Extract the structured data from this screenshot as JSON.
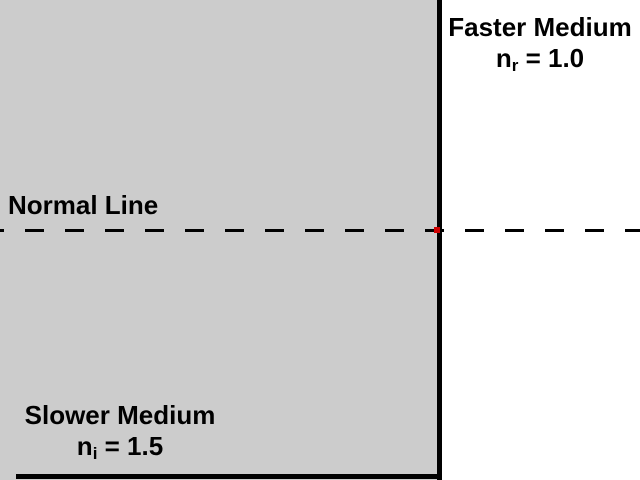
{
  "diagram": {
    "faster_medium": {
      "name": "Faster Medium",
      "index": {
        "base": "n",
        "sub": "r",
        "eq": " = 1.0"
      }
    },
    "slower_medium": {
      "name": "Slower Medium",
      "index": {
        "base": "n",
        "sub": "i",
        "eq": " = 1.5"
      }
    },
    "normal_line_label": "Normal Line",
    "colors": {
      "slower_medium_fill": "#cccccc",
      "faster_medium_fill": "#ffffff",
      "boundary_line": "#000000",
      "normal_line": "#000000",
      "incidence_point": "#cc0000"
    }
  }
}
